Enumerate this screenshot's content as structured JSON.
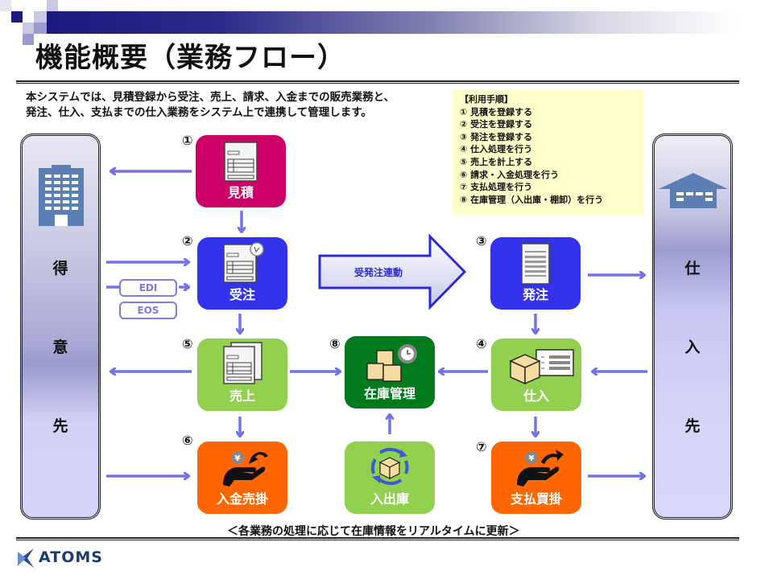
{
  "page": {
    "title": "機能概要（業務フロー）",
    "intro_lines": [
      "本システムでは、見積登録から受注、売上、請求、入金までの販売業務と、",
      "発注、仕入、支払までの仕入業務をシステム上で連携して管理します。"
    ],
    "caption": "＜各業務の処理に応じて在庫情報をリアルタイムに更新＞",
    "logo": "ATOMS"
  },
  "procedure": {
    "heading": "【利用手順】",
    "steps": [
      "① 見積を登録する",
      "② 受注を登録する",
      "③ 発注を登録する",
      "④ 仕入処理を行う",
      "⑤ 売上を計上する",
      "⑥ 請求・入金処理を行う",
      "⑦ 支払処理を行う",
      "⑧ 在庫管理（入出庫・棚卸）を行う"
    ]
  },
  "actors": {
    "customer": {
      "chars": [
        "得",
        "意",
        "先"
      ],
      "icon": "office-building-icon"
    },
    "supplier": {
      "chars": [
        "仕",
        "入",
        "先"
      ],
      "icon": "warehouse-icon"
    }
  },
  "nodes": {
    "quote": {
      "number": "①",
      "label": "見積",
      "color": "#cc0066",
      "icon": "document-form-icon"
    },
    "order": {
      "number": "②",
      "label": "受注",
      "color": "#3333ee",
      "icon": "document-check-icon"
    },
    "purchase": {
      "number": "③",
      "label": "発注",
      "color": "#3333ee",
      "icon": "document-icon"
    },
    "receiving": {
      "number": "④",
      "label": "仕入",
      "color": "#92d050",
      "icon": "box-checklist-icon"
    },
    "sales": {
      "number": "⑤",
      "label": "売上",
      "color": "#92d050",
      "icon": "documents-icon"
    },
    "receipt": {
      "number": "⑥",
      "label": "入金売掛",
      "color": "#ff6600",
      "icon": "yen-hand-receive-icon"
    },
    "payment": {
      "number": "⑦",
      "label": "支払買掛",
      "color": "#ff6600",
      "icon": "yen-hand-pay-icon"
    },
    "inventory": {
      "number": "⑧",
      "label": "在庫管理",
      "color": "#007a1c",
      "icon": "boxes-clock-icon"
    },
    "inout": {
      "number": "",
      "label": "入出庫",
      "color": "#92d050",
      "icon": "box-cycle-icon"
    }
  },
  "tags": {
    "edi": "EDI",
    "eos": "EOS"
  },
  "link_arrow": {
    "label": "受発注連動"
  },
  "colors": {
    "arrow": "#7373e6",
    "header_dark": "#1a1a80"
  }
}
